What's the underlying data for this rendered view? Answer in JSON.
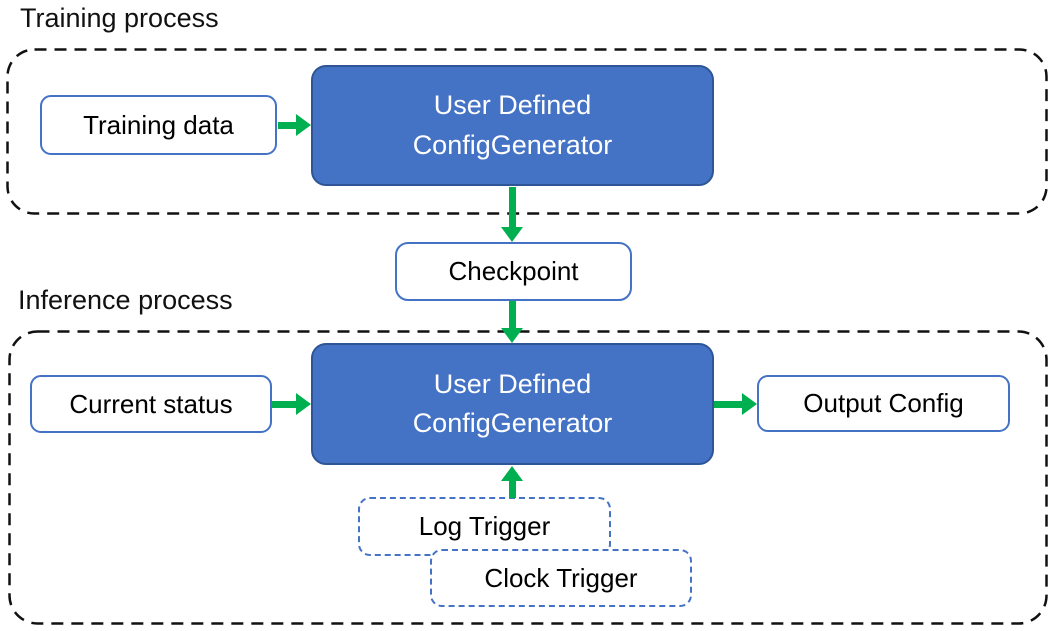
{
  "colors": {
    "green": "#00AF50",
    "blue_fill": "#4472C4",
    "blue_dark": "#2F5597",
    "blue_line": "#4472C4",
    "ink": "#111111"
  },
  "training": {
    "title": "Training process",
    "data_label": "Training data",
    "generator": {
      "line1": "User Defined",
      "line2": "ConfigGenerator"
    }
  },
  "checkpoint": {
    "label": "Checkpoint"
  },
  "inference": {
    "title": "Inference process",
    "status_label": "Current status",
    "generator": {
      "line1": "User Defined",
      "line2": "ConfigGenerator"
    },
    "output_label": "Output Config",
    "log_trigger_label": "Log Trigger",
    "clock_trigger_label": "Clock Trigger"
  }
}
